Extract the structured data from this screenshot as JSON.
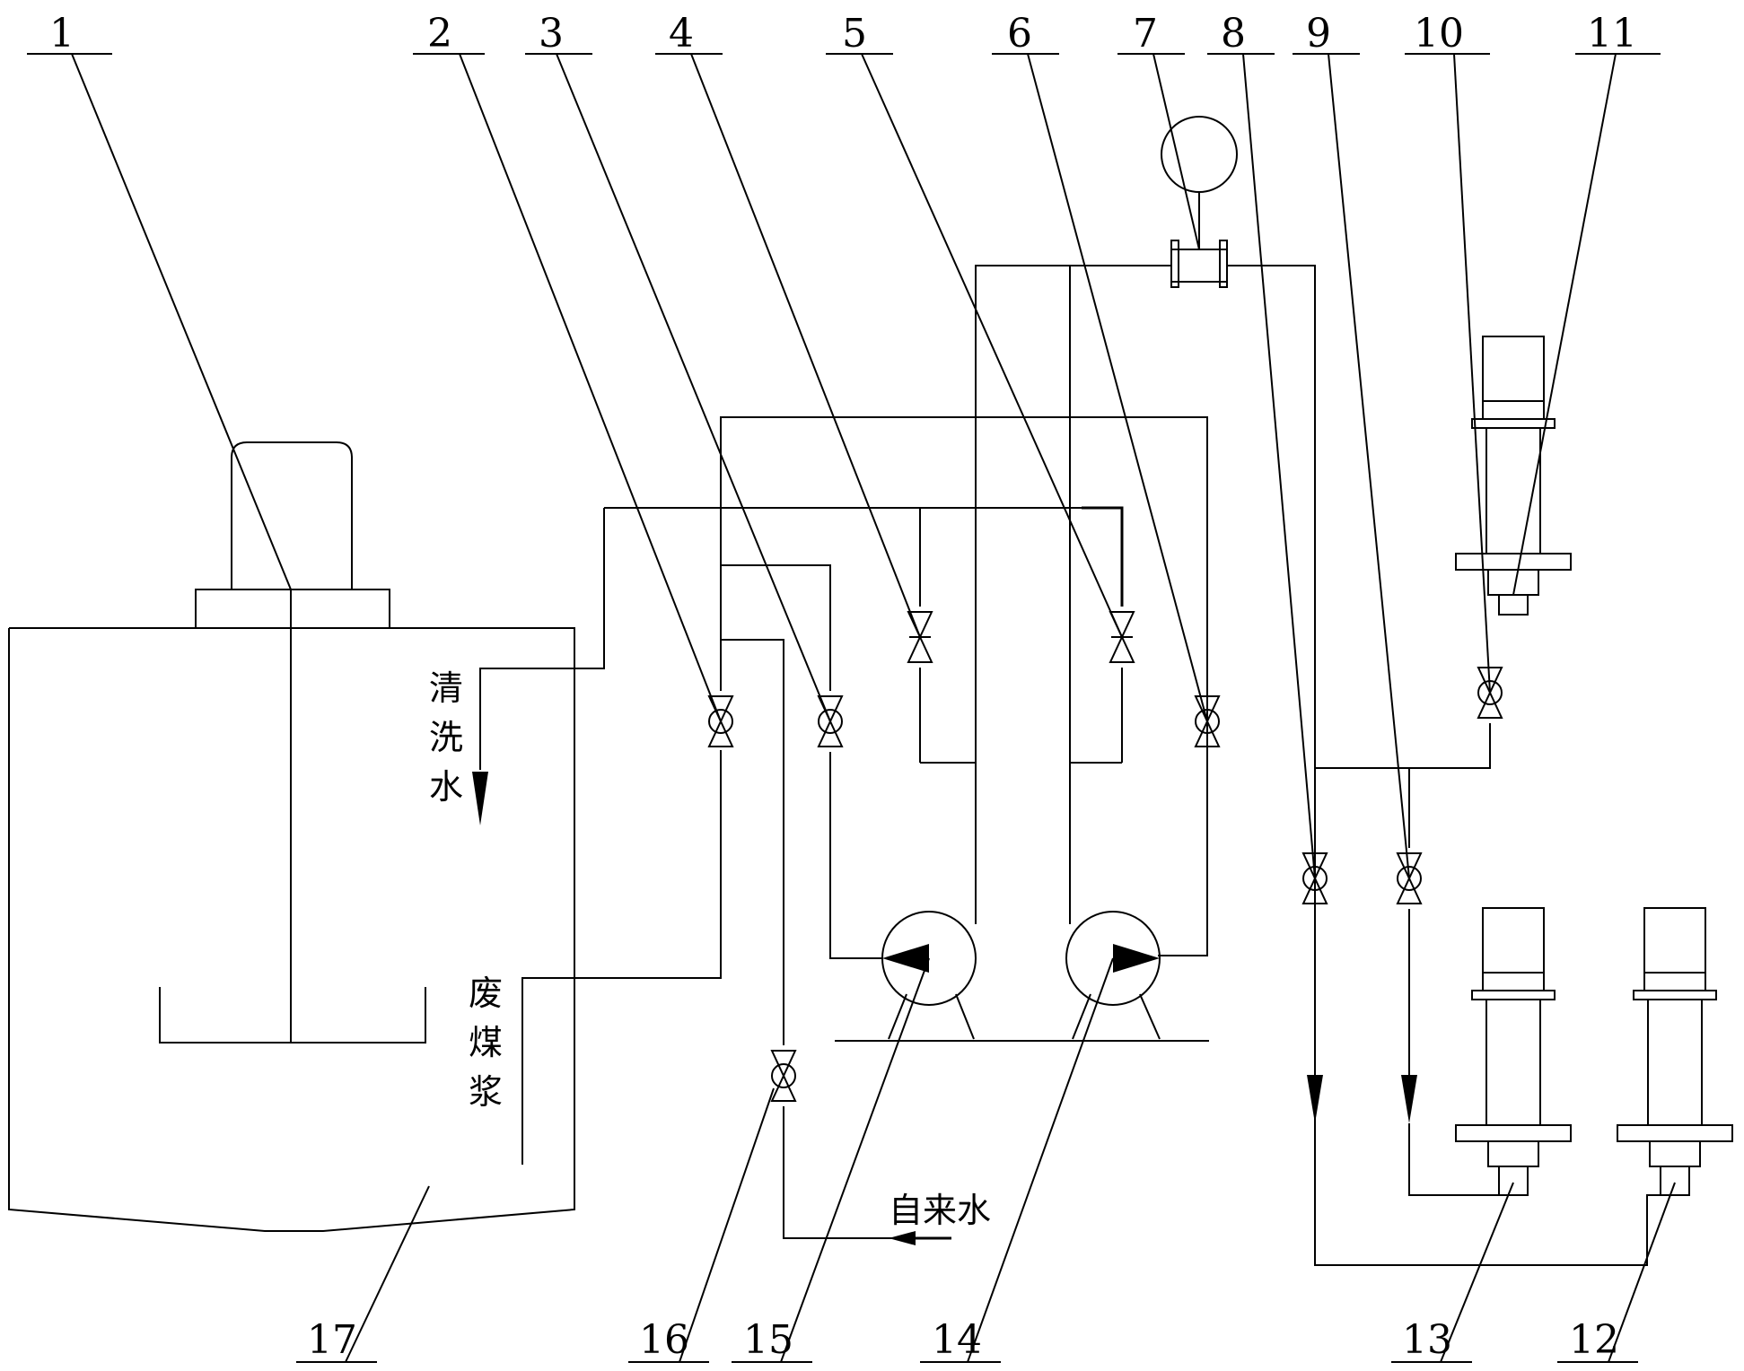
{
  "labels": {
    "n1": "1",
    "n2": "2",
    "n3": "3",
    "n4": "4",
    "n5": "5",
    "n6": "6",
    "n7": "7",
    "n8": "8",
    "n9": "9",
    "n10": "10",
    "n11": "11",
    "n12": "12",
    "n13": "13",
    "n14": "14",
    "n15": "15",
    "n16": "16",
    "n17": "17"
  },
  "text": {
    "wash_water": [
      "清",
      "洗",
      "水"
    ],
    "waste_slurry": [
      "废",
      "煤",
      "浆"
    ],
    "tap_water": "自来水"
  }
}
